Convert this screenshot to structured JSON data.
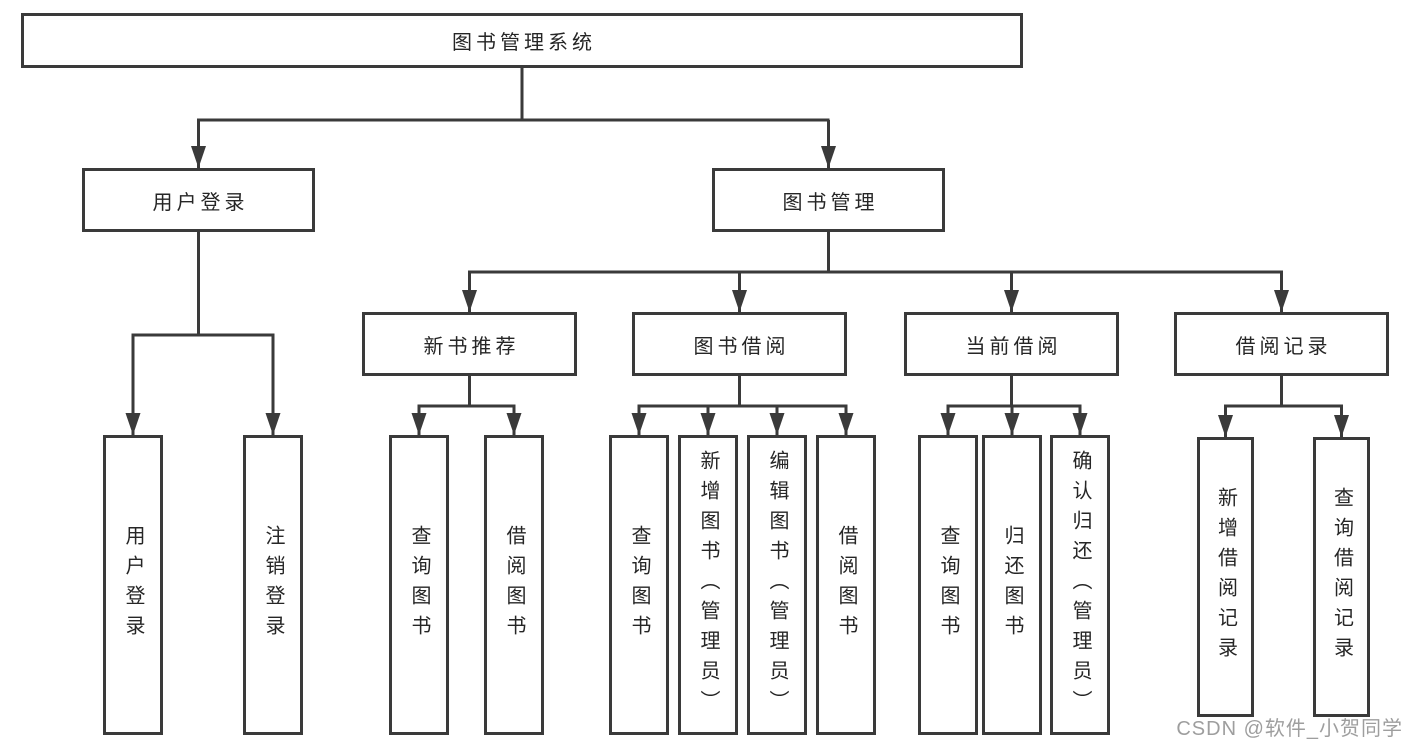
{
  "diagram": {
    "root": "图书管理系统",
    "branches": [
      {
        "label": "用户登录",
        "children": [
          "用户登录",
          "注销登录"
        ]
      },
      {
        "label": "图书管理",
        "groups": [
          {
            "label": "新书推荐",
            "children": [
              "查询图书",
              "借阅图书"
            ]
          },
          {
            "label": "图书借阅",
            "children": [
              "查询图书",
              "新增图书（管理员）",
              "编辑图书（管理员）",
              "借阅图书"
            ]
          },
          {
            "label": "当前借阅",
            "children": [
              "查询图书",
              "归还图书",
              "确认归还（管理员）"
            ]
          },
          {
            "label": "借阅记录",
            "children": [
              "新增借阅记录",
              "查询借阅记录"
            ]
          }
        ]
      }
    ]
  },
  "watermark": "CSDN @软件_小贺同学",
  "colors": {
    "line": "#3a3a3a",
    "text": "#262626",
    "background": "#ffffff",
    "watermark": "#969696"
  }
}
